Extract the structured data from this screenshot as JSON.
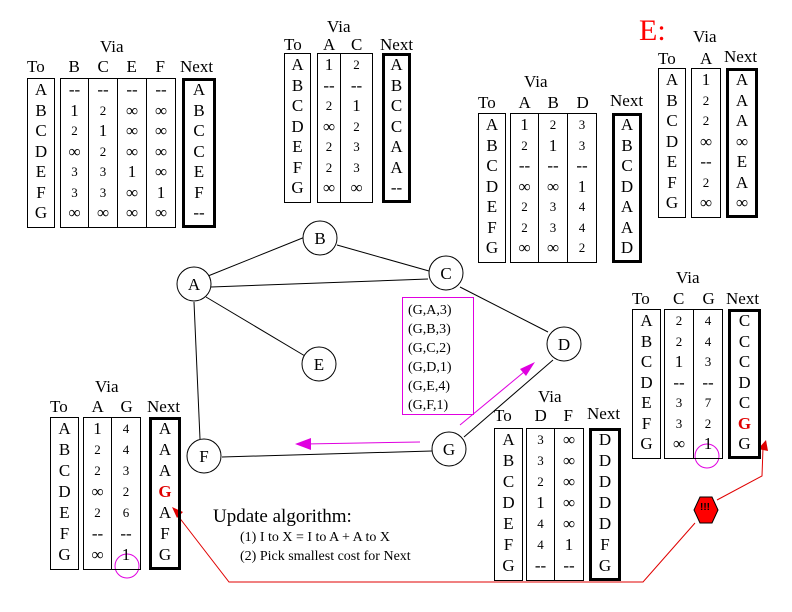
{
  "labels": {
    "to": "To",
    "via": "Via",
    "next": "Next",
    "infinity": "∞"
  },
  "title_router_e": "E:",
  "tables": {
    "A": {
      "to": [
        "A",
        "B",
        "C",
        "D",
        "E",
        "F",
        "G"
      ],
      "via_headers": [
        "B",
        "C",
        "E",
        "F"
      ],
      "via": [
        [
          "--",
          "1",
          "2",
          "∞",
          "3",
          "3",
          "∞"
        ],
        [
          "--",
          "2",
          "1",
          "2",
          "3",
          "3",
          "∞"
        ],
        [
          "--",
          "∞",
          "∞",
          "∞",
          "1",
          "∞",
          "∞"
        ],
        [
          "--",
          "∞",
          "∞",
          "∞",
          "∞",
          "1",
          "∞"
        ]
      ],
      "next": [
        "A",
        "B",
        "C",
        "C",
        "E",
        "F",
        "--"
      ]
    },
    "B": {
      "to": [
        "A",
        "B",
        "C",
        "D",
        "E",
        "F",
        "G"
      ],
      "via_headers": [
        "A",
        "C"
      ],
      "via": [
        [
          "1",
          "--",
          "2",
          "∞",
          "2",
          "2",
          "∞"
        ],
        [
          "2",
          "--",
          "1",
          "2",
          "3",
          "3",
          "∞"
        ]
      ],
      "next": [
        "A",
        "B",
        "C",
        "C",
        "A",
        "A",
        "--"
      ]
    },
    "C": {
      "to": [
        "A",
        "B",
        "C",
        "D",
        "E",
        "F",
        "G"
      ],
      "via_headers": [
        "A",
        "B",
        "D"
      ],
      "via": [
        [
          "1",
          "2",
          "--",
          "∞",
          "2",
          "2",
          "∞"
        ],
        [
          "2",
          "1",
          "--",
          "∞",
          "3",
          "3",
          "∞"
        ],
        [
          "3",
          "3",
          "--",
          "1",
          "4",
          "4",
          "2"
        ]
      ],
      "next": [
        "A",
        "B",
        "C",
        "D",
        "A",
        "A",
        "D"
      ]
    },
    "E": {
      "to": [
        "A",
        "B",
        "C",
        "D",
        "E",
        "F",
        "G"
      ],
      "via_headers": [
        "A"
      ],
      "via": [
        [
          "1",
          "2",
          "2",
          "∞",
          "--",
          "2",
          "∞"
        ]
      ],
      "next": [
        "A",
        "A",
        "A",
        "∞",
        "E",
        "A",
        "∞"
      ]
    },
    "D": {
      "to": [
        "A",
        "B",
        "C",
        "D",
        "E",
        "F",
        "G"
      ],
      "via_headers": [
        "C",
        "G"
      ],
      "via": [
        [
          "2",
          "2",
          "1",
          "--",
          "3",
          "3",
          "∞"
        ],
        [
          "4",
          "4",
          "3",
          "--",
          "7",
          "2",
          "1"
        ]
      ],
      "next": [
        "C",
        "C",
        "C",
        "D",
        "C",
        "G",
        "G"
      ],
      "highlighted_next_row": 5,
      "circled_cell": {
        "col": 1,
        "row": 6
      }
    },
    "G": {
      "to": [
        "A",
        "B",
        "C",
        "D",
        "E",
        "F",
        "G"
      ],
      "via_headers": [
        "D",
        "F"
      ],
      "via": [
        [
          "3",
          "3",
          "2",
          "1",
          "4",
          "4",
          "--"
        ],
        [
          "∞",
          "∞",
          "∞",
          "∞",
          "∞",
          "1",
          "--"
        ]
      ],
      "next": [
        "D",
        "D",
        "D",
        "D",
        "D",
        "F",
        "G"
      ]
    },
    "F": {
      "to": [
        "A",
        "B",
        "C",
        "D",
        "E",
        "F",
        "G"
      ],
      "via_headers": [
        "A",
        "G"
      ],
      "via": [
        [
          "1",
          "2",
          "2",
          "∞",
          "2",
          "--",
          "∞"
        ],
        [
          "4",
          "4",
          "3",
          "2",
          "6",
          "--",
          "1"
        ]
      ],
      "next": [
        "A",
        "A",
        "A",
        "G",
        "A",
        "F",
        "G"
      ],
      "highlighted_next_row": 3,
      "circled_cell": {
        "col": 1,
        "row": 6
      }
    }
  },
  "graph": {
    "nodes": [
      "A",
      "B",
      "C",
      "D",
      "E",
      "F",
      "G"
    ],
    "edges": [
      [
        "A",
        "B"
      ],
      [
        "B",
        "C"
      ],
      [
        "A",
        "C"
      ],
      [
        "A",
        "E"
      ],
      [
        "A",
        "F"
      ],
      [
        "C",
        "D"
      ],
      [
        "D",
        "G"
      ],
      [
        "F",
        "G"
      ]
    ]
  },
  "distance_vector": {
    "entries": [
      "(G,A,3)",
      "(G,B,3)",
      "(G,C,2)",
      "(G,D,1)",
      "(G,E,4)",
      "(G,F,1)"
    ]
  },
  "algorithm": {
    "title": "Update algorithm:",
    "steps": [
      "(1) I to X = I to A + A to X",
      "(2) Pick smallest cost for Next"
    ]
  },
  "alert_badge": "!!!",
  "colors": {
    "highlight": "#e00000",
    "vector": "#e000e0",
    "alert": "#ff0000"
  }
}
